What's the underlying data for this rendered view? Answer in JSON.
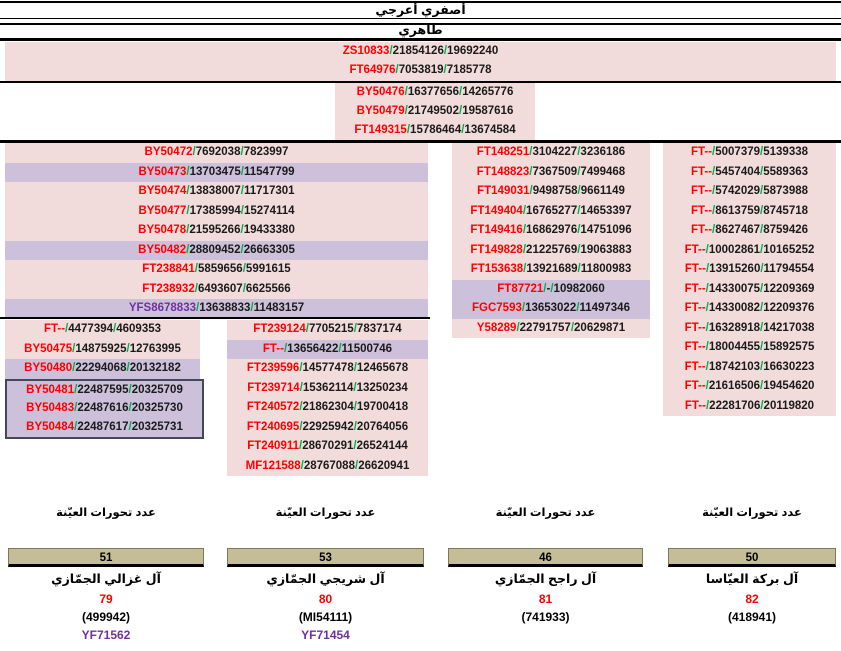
{
  "headers": {
    "title1": "أصفري أعرجي",
    "title2": "طاهري"
  },
  "colors": {
    "row_pink": "#F2DCDB",
    "row_purple": "#CCC0DA",
    "id_red": "#FF0000",
    "slash_green": "#00B050",
    "id_purple": "#7030A0",
    "count_tan": "#C4BD97"
  },
  "tree": {
    "band1": [
      {
        "id": "ZS10833",
        "v1": "21854126",
        "v2": "19692240"
      },
      {
        "id": "FT64976",
        "v1": "7053819",
        "v2": "7185778"
      }
    ],
    "band2": [
      {
        "id": "BY50476",
        "v1": "16377656",
        "v2": "14265776"
      },
      {
        "id": "BY50479",
        "v1": "21749502",
        "v2": "19587616"
      },
      {
        "id": "FT149315",
        "v1": "15786464",
        "v2": "13674584"
      }
    ],
    "col_left": [
      {
        "id": "BY50472",
        "v1": "7692038",
        "v2": "7823997",
        "bg": "pink"
      },
      {
        "id": "BY50473",
        "v1": "13703475",
        "v2": "11547799",
        "bg": "purple"
      },
      {
        "id": "BY50474",
        "v1": "13838007",
        "v2": "11717301",
        "bg": "pink"
      },
      {
        "id": "BY50477",
        "v1": "17385994",
        "v2": "15274114",
        "bg": "pink"
      },
      {
        "id": "BY50478",
        "v1": "21595266",
        "v2": "19433380",
        "bg": "pink"
      },
      {
        "id": "BY50482",
        "v1": "28809452",
        "v2": "26663305",
        "bg": "purple"
      },
      {
        "id": "FT238841",
        "v1": "5859656",
        "v2": "5991615",
        "bg": "pink"
      },
      {
        "id": "FT238932",
        "v1": "6493607",
        "v2": "6625566",
        "bg": "pink"
      },
      {
        "id": "YFS8678833",
        "idc": "purple",
        "v1": "13638833",
        "v2": "11483157",
        "bg": "purple"
      }
    ],
    "sub_left": [
      {
        "id": "FT--",
        "v1": "4477394",
        "v2": "4609353",
        "bg": "pink"
      },
      {
        "id": "BY50475",
        "v1": "14875925",
        "v2": "12763995",
        "bg": "pink"
      },
      {
        "id": "BY50480",
        "v1": "22294068",
        "v2": "20132182",
        "bg": "purple"
      }
    ],
    "sub_left_box": [
      {
        "id": "BY50481",
        "v1": "22487595",
        "v2": "20325709"
      },
      {
        "id": "BY50483",
        "v1": "22487616",
        "v2": "20325730"
      },
      {
        "id": "BY50484",
        "v1": "22487617",
        "v2": "20325731"
      }
    ],
    "sub_right": [
      {
        "id": "FT239124",
        "v1": "7705215",
        "v2": "7837174",
        "bg": "pink"
      },
      {
        "id": "FT--",
        "v1": "13656422",
        "v2": "11500746",
        "bg": "purple"
      },
      {
        "id": "FT239596",
        "v1": "14577478",
        "v2": "12465678",
        "bg": "pink"
      },
      {
        "id": "FT239714",
        "v1": "15362114",
        "v2": "13250234",
        "bg": "pink"
      },
      {
        "id": "FT240572",
        "v1": "21862304",
        "v2": "19700418",
        "bg": "pink"
      },
      {
        "id": "FT240695",
        "v1": "22925942",
        "v2": "20764056",
        "bg": "pink"
      },
      {
        "id": "FT240911",
        "v1": "28670291",
        "v2": "26524144",
        "bg": "pink"
      },
      {
        "id": "MF121588",
        "v1": "28767088",
        "v2": "26620941",
        "bg": "pink"
      }
    ],
    "col_mid": [
      {
        "id": "FT148251",
        "v1": "3104227",
        "v2": "3236186",
        "bg": "pink"
      },
      {
        "id": "FT148823",
        "v1": "7367509",
        "v2": "7499468",
        "bg": "pink"
      },
      {
        "id": "FT149031",
        "v1": "9498758",
        "v2": "9661149",
        "bg": "pink"
      },
      {
        "id": "FT149404",
        "v1": "16765277",
        "v2": "14653397",
        "bg": "pink"
      },
      {
        "id": "FT149416",
        "v1": "16862976",
        "v2": "14751096",
        "bg": "pink"
      },
      {
        "id": "FT149828",
        "v1": "21225769",
        "v2": "19063883",
        "bg": "pink"
      },
      {
        "id": "FT153638",
        "v1": "13921689",
        "v2": "11800983",
        "bg": "pink"
      },
      {
        "id": "FT87721",
        "v1": "-",
        "v2": "10982060",
        "bg": "purple"
      },
      {
        "id": "FGC7593",
        "v1": "13653022",
        "v2": "11497346",
        "bg": "purple"
      },
      {
        "id": "Y58289",
        "v1": "22791757",
        "v2": "20629871",
        "bg": "pink"
      }
    ],
    "col_right": [
      {
        "id": "FT--",
        "v1": "5007379",
        "v2": "5139338",
        "bg": "pink"
      },
      {
        "id": "FT--",
        "v1": "5457404",
        "v2": "5589363",
        "bg": "pink"
      },
      {
        "id": "FT--",
        "v1": "5742029",
        "v2": "5873988",
        "bg": "pink"
      },
      {
        "id": "FT--",
        "v1": "8613759",
        "v2": "8745718",
        "bg": "pink"
      },
      {
        "id": "FT--",
        "v1": "8627467",
        "v2": "8759426",
        "bg": "pink"
      },
      {
        "id": "FT--",
        "v1": "10002861",
        "v2": "10165252",
        "bg": "pink"
      },
      {
        "id": "FT--",
        "v1": "13915260",
        "v2": "11794554",
        "bg": "pink"
      },
      {
        "id": "FT--",
        "v1": "14330075",
        "v2": "12209369",
        "bg": "pink"
      },
      {
        "id": "FT--",
        "v1": "14330082",
        "v2": "12209376",
        "bg": "pink"
      },
      {
        "id": "FT--",
        "v1": "16328918",
        "v2": "14217038",
        "bg": "pink"
      },
      {
        "id": "FT--",
        "v1": "18004455",
        "v2": "15892575",
        "bg": "pink"
      },
      {
        "id": "FT--",
        "v1": "18742103",
        "v2": "16630223",
        "bg": "pink"
      },
      {
        "id": "FT--",
        "v1": "21616506",
        "v2": "19454620",
        "bg": "pink"
      },
      {
        "id": "FT--",
        "v1": "22281706",
        "v2": "20119820",
        "bg": "pink"
      }
    ]
  },
  "samples": [
    {
      "label": "عدد تحورات العيّنة",
      "count": "51",
      "name": "آل غزالي الجمّازي",
      "num": "79",
      "kit": "(499942)",
      "yf": "YF71562"
    },
    {
      "label": "عدد تحورات العيّنة",
      "count": "53",
      "name": "آل شريجي الجمّازي",
      "num": "80",
      "kit": "(MI54111)",
      "yf": "YF71454"
    },
    {
      "label": "عدد تحورات العيّنة",
      "count": "46",
      "name": "آل راجح الجمّازي",
      "num": "81",
      "kit": "(741933)",
      "yf": ""
    },
    {
      "label": "عدد تحورات العيّنة",
      "count": "50",
      "name": "آل بركة العيّاسا",
      "num": "82",
      "kit": "(418941)",
      "yf": ""
    }
  ]
}
